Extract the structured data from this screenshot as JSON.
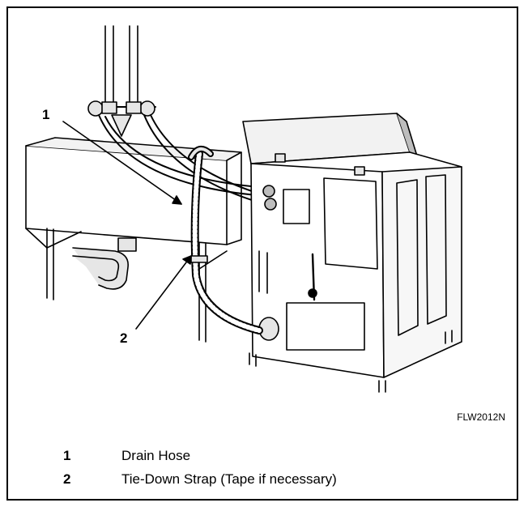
{
  "figure": {
    "code": "FLW2012N",
    "callouts": [
      {
        "number": "1",
        "label": "Drain Hose"
      },
      {
        "number": "2",
        "label": "Tie-Down Strap (Tape if necessary)"
      }
    ]
  },
  "colors": {
    "line": "#000000",
    "background": "#ffffff",
    "shade": "#e6e6e6",
    "dark_shade": "#bdbdbd"
  }
}
